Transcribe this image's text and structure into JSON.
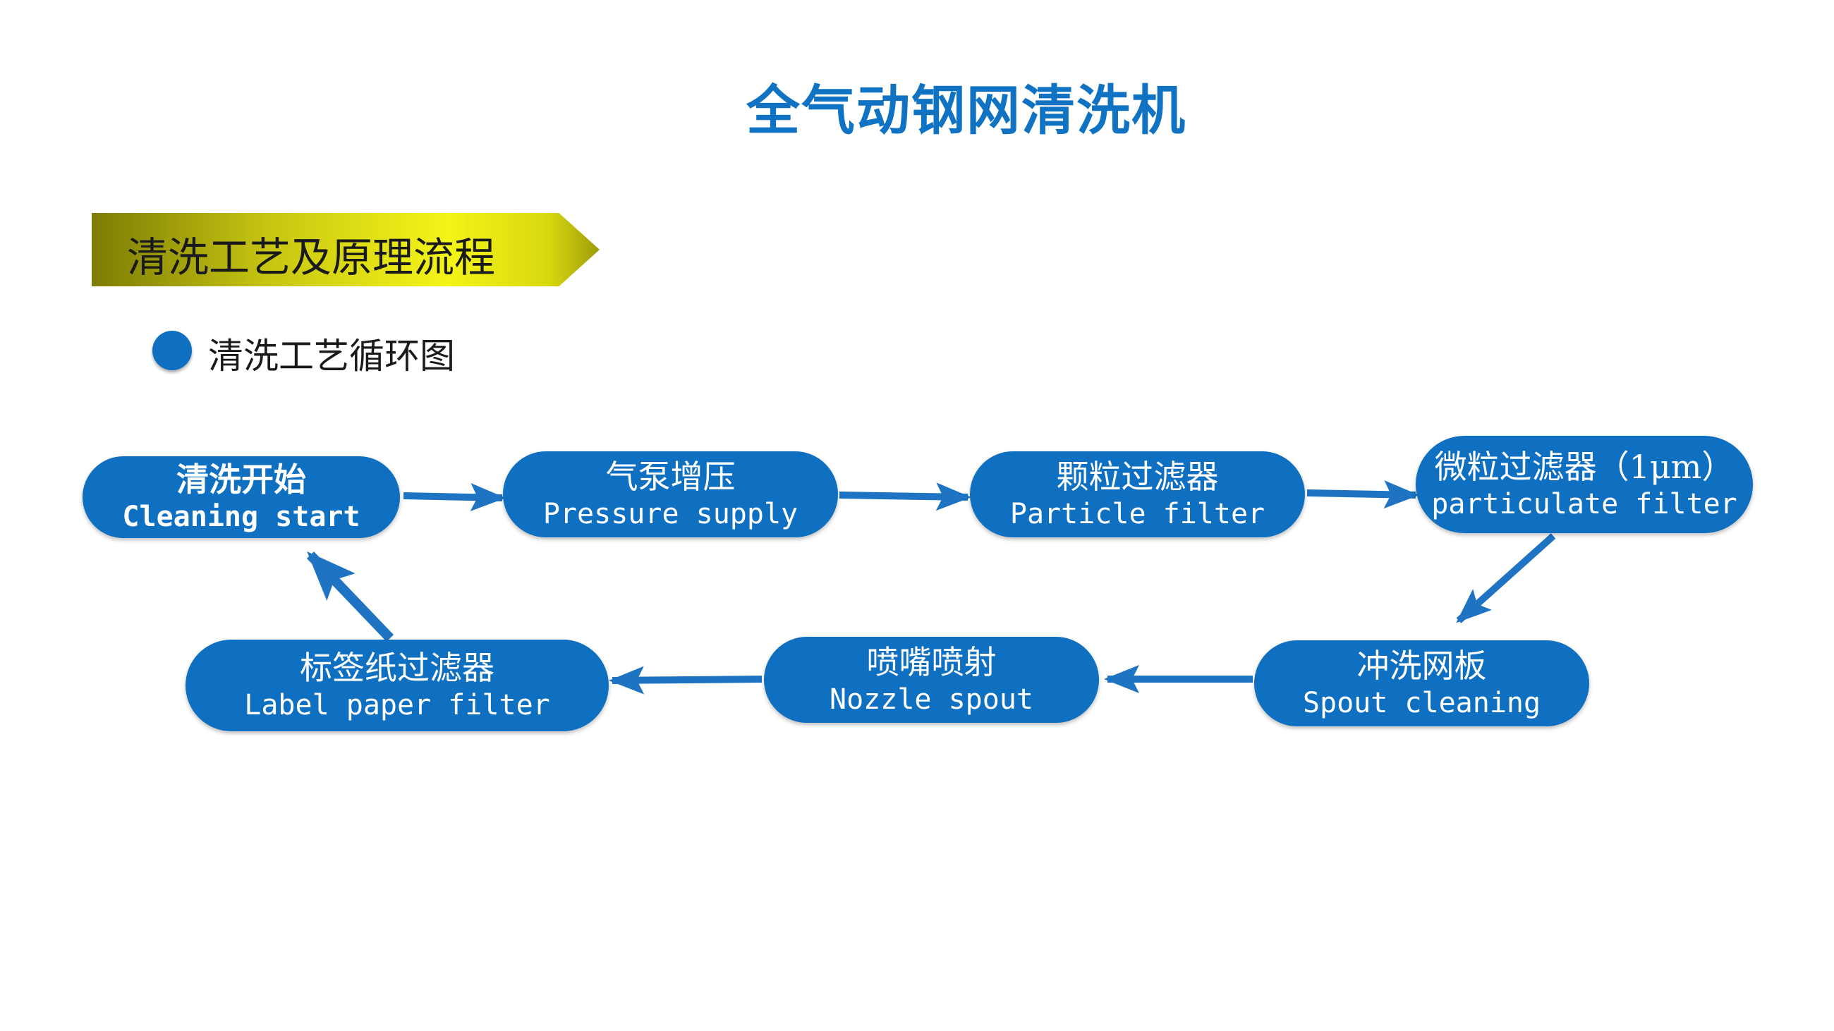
{
  "title": "全气动钢网清洗机",
  "section": {
    "banner": "清洗工艺及原理流程",
    "bullet": "清洗工艺循环图"
  },
  "colors": {
    "title": "#0f72c3",
    "node": "#0f6fc0",
    "arrow": "#1e73c3",
    "banner": "#e6e61a"
  },
  "nodes": [
    {
      "cn": "清洗开始",
      "en": "Cleaning start"
    },
    {
      "cn": "气泵增压",
      "en": "Pressure supply"
    },
    {
      "cn": "颗粒过滤器",
      "en": "Particle filter"
    },
    {
      "cn": "微粒过滤器（1μm）",
      "en": "particulate filter"
    },
    {
      "cn": "冲洗网板",
      "en": "Spout cleaning"
    },
    {
      "cn": "喷嘴喷射",
      "en": "Nozzle spout"
    },
    {
      "cn": "标签纸过滤器",
      "en": "Label paper filter"
    }
  ]
}
